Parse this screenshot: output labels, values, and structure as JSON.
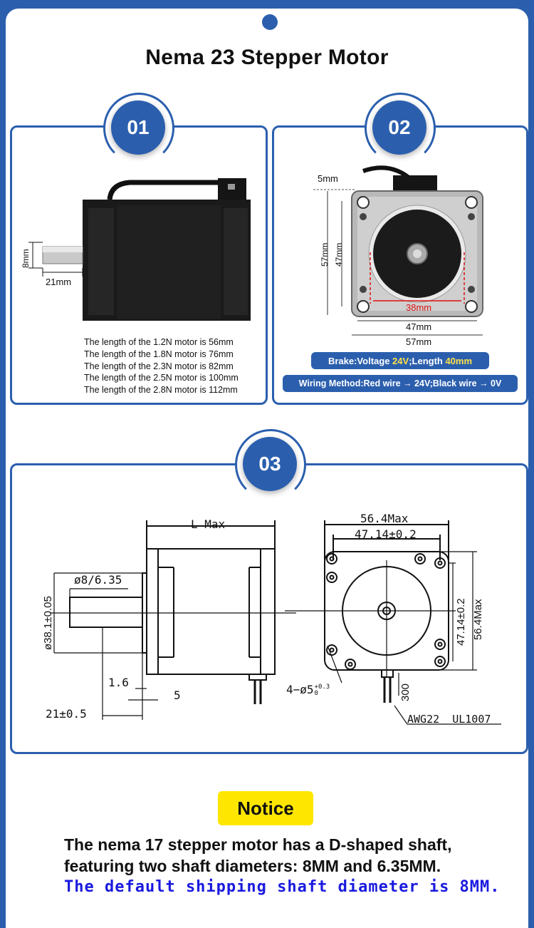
{
  "title": "Nema 23 Stepper Motor",
  "panel1": {
    "badge": "01",
    "shaft_diameter_label": "8mm",
    "shaft_length_label": "21mm",
    "lengths": [
      "The length of the 1.2N motor is 56mm",
      "The length of the 1.8N motor is 76mm",
      "The length of the 2.3N motor is 82mm",
      "The length of the 2.5N motor is 100mm",
      "The length of the 2.8N motor is 112mm"
    ]
  },
  "panel2": {
    "badge": "02",
    "dim_5": "5mm",
    "dim_57_v": "57mm",
    "dim_47_v": "47mm",
    "dim_38": "38mm",
    "dim_47_h": "47mm",
    "dim_57_h": "57mm",
    "brake": {
      "prefix": "Brake:Voltage ",
      "voltage": "24V",
      "mid": ";Length ",
      "length": "40mm"
    },
    "wiring": "Wiring Method:Red wire → 24V;Black wire → 0V"
  },
  "panel3": {
    "badge": "03",
    "l_max": "L Max",
    "shaft_dia": "ø8/6.35",
    "boss_dia": "ø38.1±0.05",
    "dim_1_6": "1.6",
    "dim_5": "5",
    "dim_21": "21±0.5",
    "width_max": "56.4Max",
    "hole_spacing_h": "47.14±0.2",
    "hole_spacing_v": "47.14±0.2",
    "height_max": "56.4Max",
    "holes": "4−ø5",
    "holes_tol_top": "+0.3",
    "holes_tol_bottom": "0",
    "lead_length": "300",
    "wire_spec": "AWG22  UL1007"
  },
  "notice": {
    "label": "Notice",
    "line1": "The nema 17 stepper motor has a D-shaped shaft,",
    "line2": "featuring two shaft diameters: 8MM and 6.35MM.",
    "line3": "The default shipping shaft diameter is 8MM."
  }
}
